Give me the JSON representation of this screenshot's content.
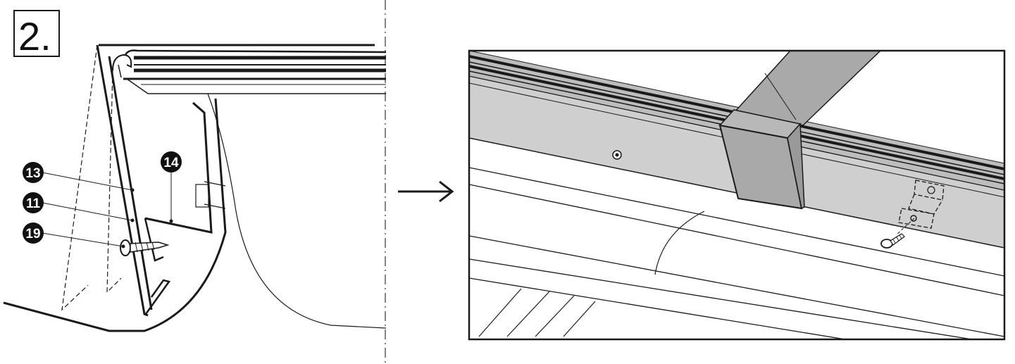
{
  "step": {
    "number": "2."
  },
  "callouts": [
    {
      "id": "c13",
      "label": "13"
    },
    {
      "id": "c11",
      "label": "11"
    },
    {
      "id": "c14",
      "label": "14"
    },
    {
      "id": "c19",
      "label": "19"
    }
  ],
  "colors": {
    "line": "#1a1a1a",
    "panel_fill": "#cfcfcf",
    "cap_fill": "#a9a9a9",
    "callout_fill": "#111111"
  },
  "icons": {
    "arrow": "right-arrow-icon",
    "screw": "screw-icon",
    "bracket": "bracket-icon"
  }
}
